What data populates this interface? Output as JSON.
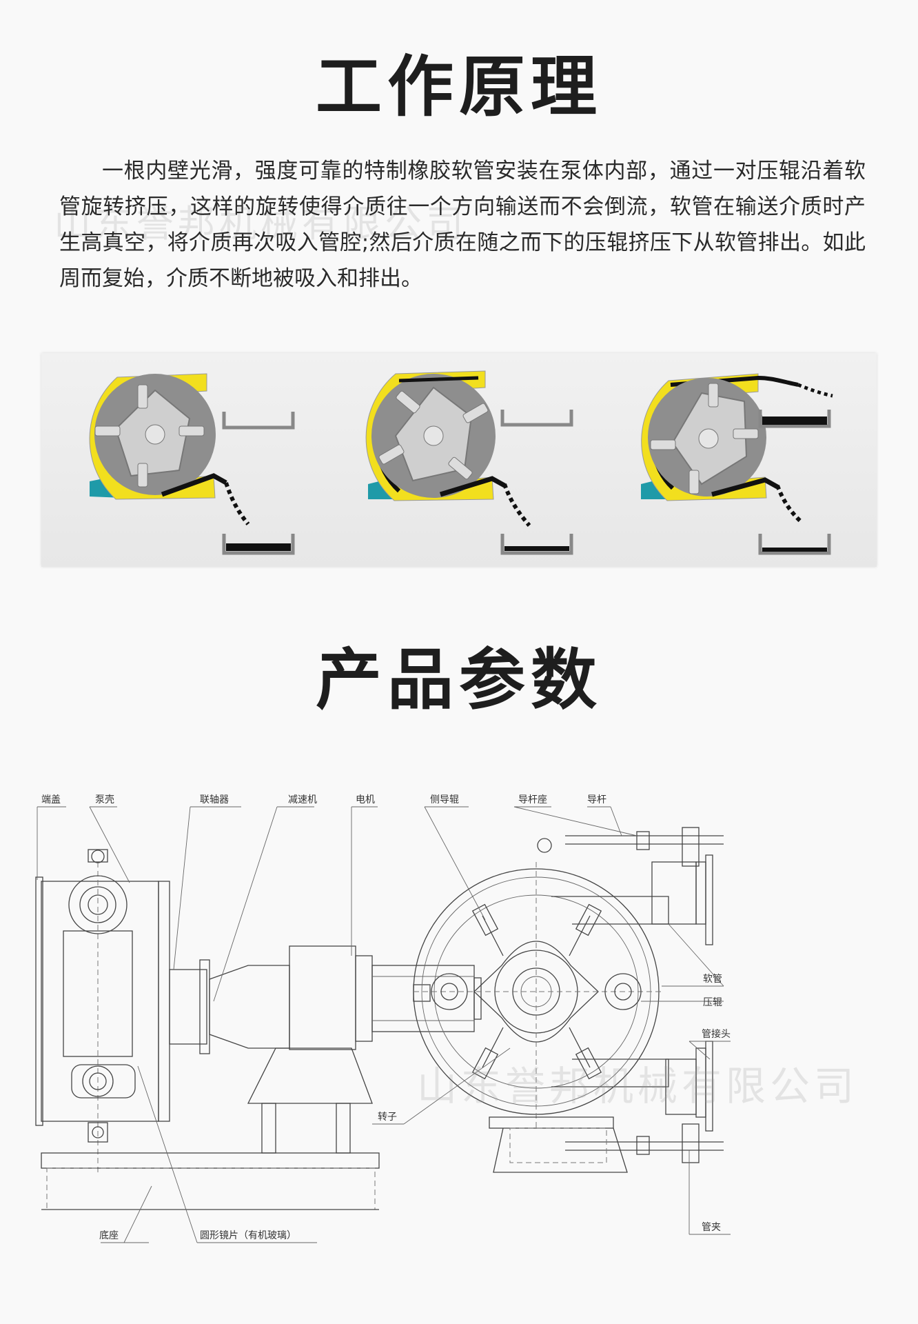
{
  "section_1": {
    "title": "工作原理",
    "paragraph": "一根内壁光滑，强度可靠的特制橡胶软管安装在泵体内部，通过一对压辊沿着软管旋转挤压，这样的旋转使得介质往一个方向输送而不会倒流，软管在输送介质时产生高真空，将介质再次吸入管腔;然后介质在随之而下的压辊挤压下从软管排出。如此周而复始，介质不断地被吸入和排出。"
  },
  "section_2": {
    "title": "产品参数"
  },
  "watermark": "山东誉邦机械有限公司",
  "colors": {
    "housing_yellow": "#f2df1e",
    "base_teal": "#1f9aa8",
    "rotor_gray": "#9a9a9a",
    "medium_black": "#111111"
  },
  "drawing_labels": {
    "end_cover": "端盖",
    "pump_shell": "泵壳",
    "coupling": "联轴器",
    "reducer": "减速机",
    "motor": "电机",
    "side_guide_roller": "侧导辊",
    "guide_rod_seat": "导杆座",
    "guide_rod": "导杆",
    "hose": "软管",
    "press_roller": "压辊",
    "pipe_joint": "管接头",
    "rotor": "转子",
    "pipe_clamp": "管夹",
    "base": "底座",
    "round_lens": "圆形镜片（有机玻璃）"
  }
}
